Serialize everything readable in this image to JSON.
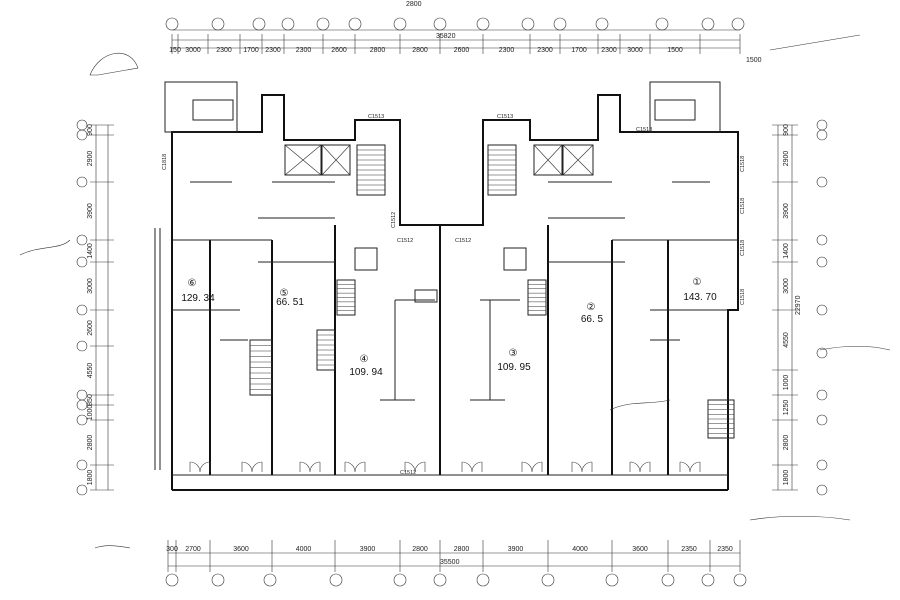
{
  "overall": {
    "top_total": "35820",
    "top_extra": "2800",
    "bottom_total": "35500",
    "right_total": "22970",
    "right_top": "1500"
  },
  "top_dims": [
    "150",
    "3000",
    "2300",
    "1700",
    "2300",
    "2300",
    "2600",
    "2800",
    "2800",
    "2600",
    "2300",
    "2300",
    "1700",
    "2300",
    "3000",
    "1500"
  ],
  "bottom_dims": [
    "300",
    "2700",
    "3600",
    "4000",
    "3900",
    "2800",
    "2800",
    "3900",
    "4000",
    "3600",
    "2350",
    "2350"
  ],
  "left_dims": [
    "900",
    "2900",
    "3900",
    "1400",
    "3000",
    "2600",
    "4550",
    "850",
    "1000",
    "2800",
    "1800"
  ],
  "right_dims": [
    "900",
    "2900",
    "3900",
    "1400",
    "3000",
    "4550",
    "1000",
    "1250",
    "2800",
    "1800"
  ],
  "units": [
    {
      "num": "⑥",
      "area": "129. 34"
    },
    {
      "num": "⑤",
      "area": "66. 51"
    },
    {
      "num": "④",
      "area": "109. 94"
    },
    {
      "num": "③",
      "area": "109. 95"
    },
    {
      "num": "②",
      "area": "66. 5"
    },
    {
      "num": "①",
      "area": "143. 70"
    }
  ],
  "windows": {
    "w1": "C1513",
    "w2": "C1513",
    "w3": "C1818",
    "w4": "C1518",
    "w5": "C1512",
    "w6": "C1512",
    "w7": "C1512",
    "w8": "C1512",
    "w9": "C1518",
    "w10": "C1518",
    "w11": "C1518",
    "w12": "C1518"
  }
}
